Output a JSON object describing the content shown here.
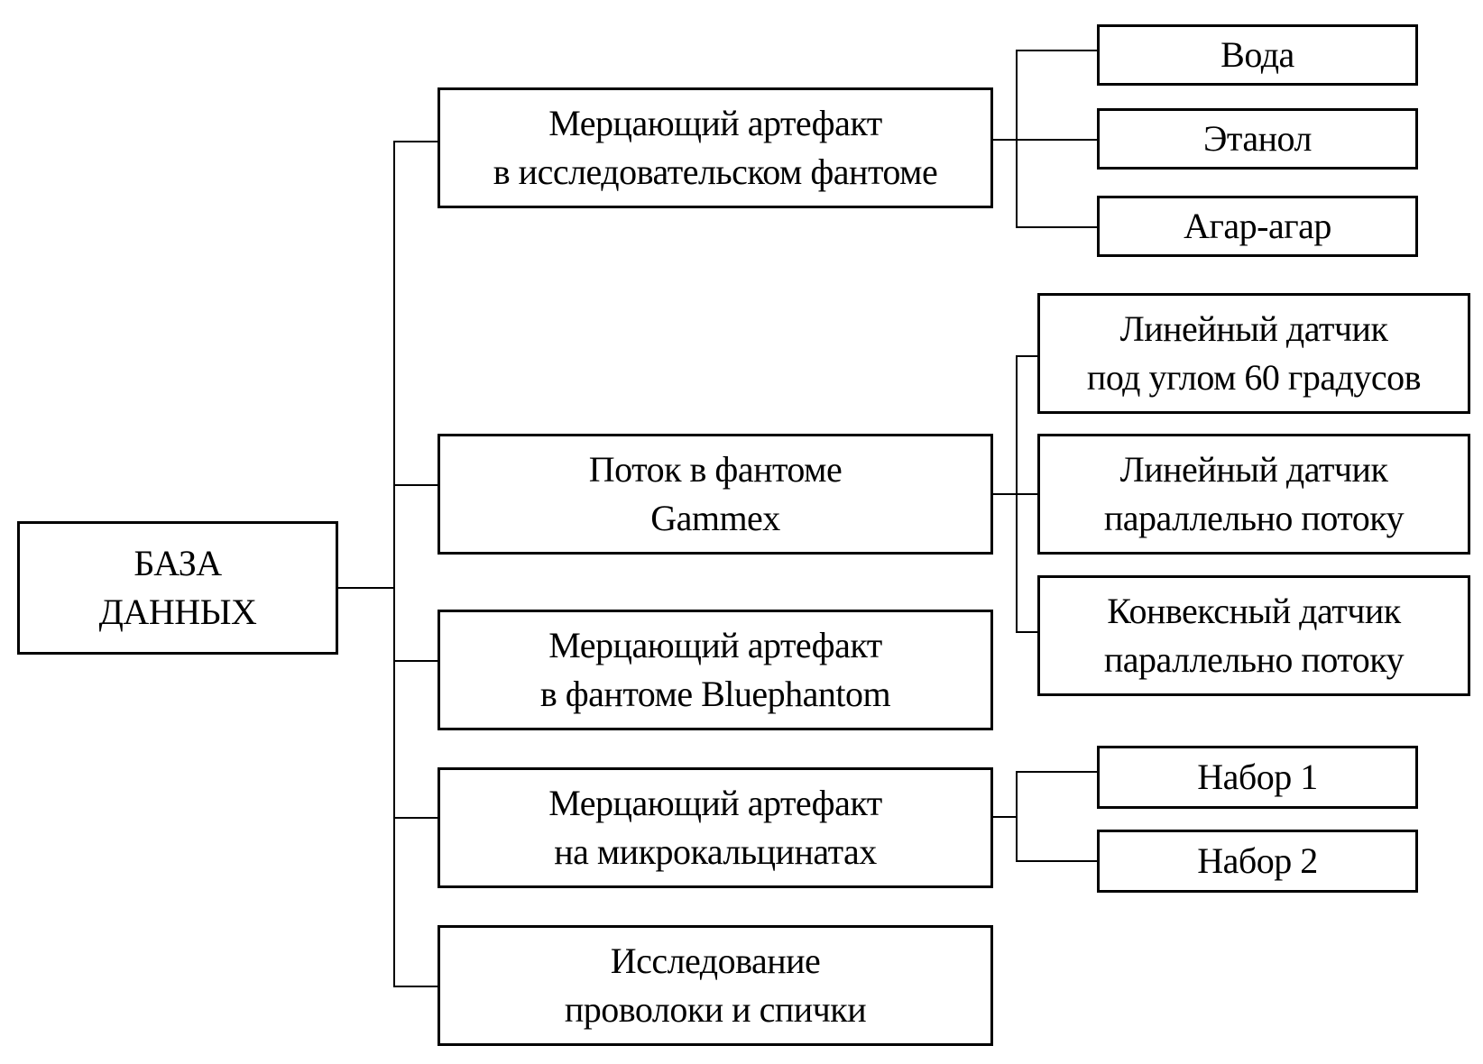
{
  "diagram": {
    "type": "tree",
    "root": {
      "label_lines": [
        "БАЗА",
        "ДАННЫХ"
      ]
    },
    "branches": [
      {
        "label_lines": [
          "Мерцающий артефакт",
          "в исследовательском фантоме"
        ],
        "children": [
          {
            "label_lines": [
              "Вода"
            ]
          },
          {
            "label_lines": [
              "Этанол"
            ]
          },
          {
            "label_lines": [
              "Агар-агар"
            ]
          }
        ]
      },
      {
        "label_lines": [
          "Поток в фантоме",
          "Gammex"
        ],
        "children": [
          {
            "label_lines": [
              "Линейный датчик",
              "под углом 60 градусов"
            ]
          },
          {
            "label_lines": [
              "Линейный датчик",
              "параллельно потоку"
            ]
          },
          {
            "label_lines": [
              "Конвексный датчик",
              "параллельно потоку"
            ]
          }
        ]
      },
      {
        "label_lines": [
          "Мерцающий артефакт",
          "в фантоме Bluephantom"
        ],
        "children": []
      },
      {
        "label_lines": [
          "Мерцающий артефакт",
          "на микрокальцинатах"
        ],
        "children": [
          {
            "label_lines": [
              "Набор 1"
            ]
          },
          {
            "label_lines": [
              "Набор 2"
            ]
          }
        ]
      },
      {
        "label_lines": [
          "Исследование",
          "проволоки и спички"
        ],
        "children": []
      }
    ]
  }
}
